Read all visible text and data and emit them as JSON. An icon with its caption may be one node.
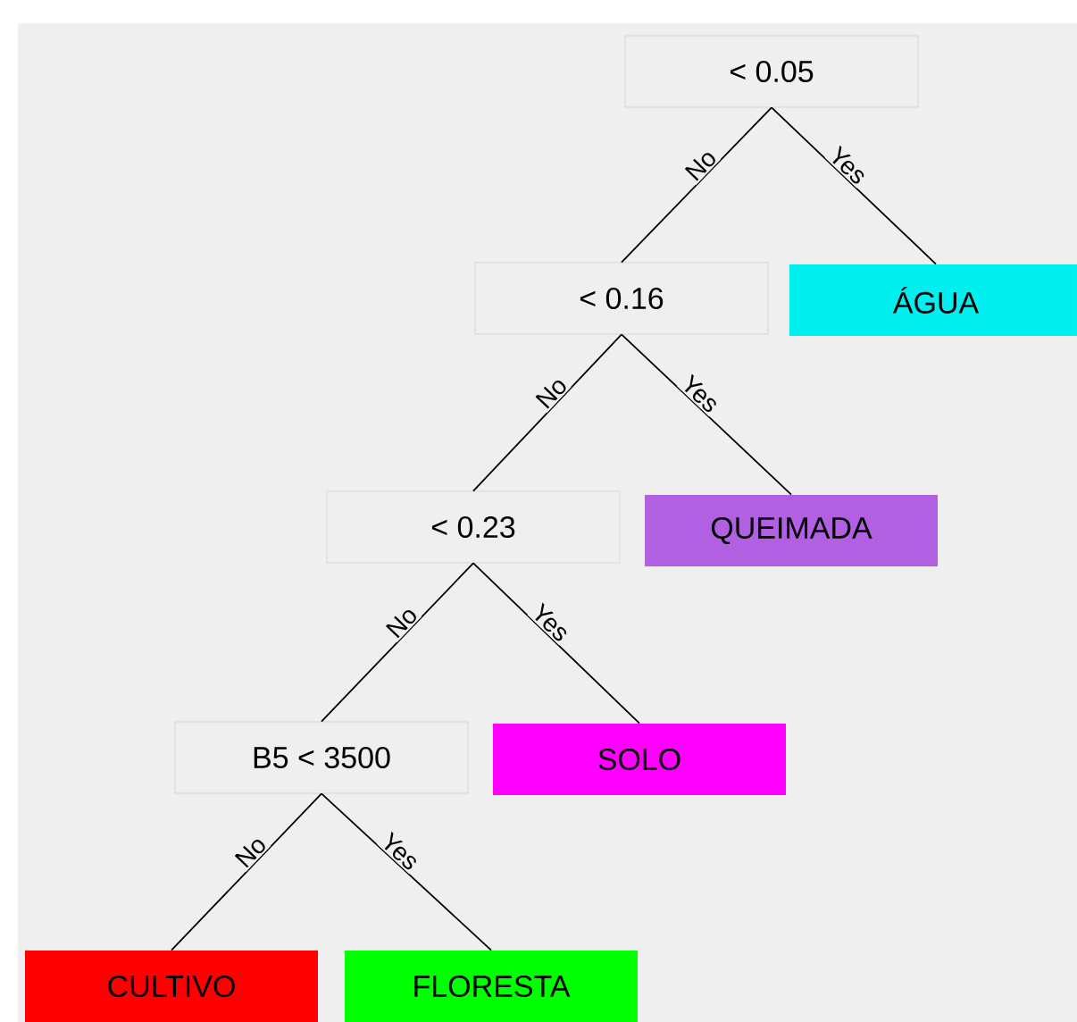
{
  "diagram": {
    "nodes": [
      {
        "text": [
          "< 0.05"
        ]
      },
      {
        "text": [
          "< 0.16"
        ]
      },
      {
        "text": [
          "ÁGUA"
        ]
      },
      {
        "text": [
          "< 0.23"
        ]
      },
      {
        "text": [
          "QUEIMADA"
        ]
      },
      {
        "text": [
          "B5 < 3500"
        ]
      },
      {
        "text": [
          "SOLO"
        ]
      },
      {
        "text": [
          "CULTIVO"
        ]
      },
      {
        "text": [
          "FLORESTA"
        ]
      }
    ],
    "edges": [
      {
        "from": 0,
        "to": 1,
        "arrow": "none",
        "label": "No"
      },
      {
        "from": 0,
        "to": 2,
        "arrow": "none",
        "label": "Yes"
      },
      {
        "from": 1,
        "to": 3,
        "arrow": "none",
        "label": "No"
      },
      {
        "from": 1,
        "to": 4,
        "arrow": "none",
        "label": "Yes"
      },
      {
        "from": 3,
        "to": 5,
        "arrow": "none",
        "label": "No"
      },
      {
        "from": 3,
        "to": 6,
        "arrow": "none",
        "label": "Yes"
      },
      {
        "from": 5,
        "to": 7,
        "arrow": "none",
        "label": "No"
      },
      {
        "from": 5,
        "to": 8,
        "arrow": "none",
        "label": "Yes"
      }
    ]
  }
}
